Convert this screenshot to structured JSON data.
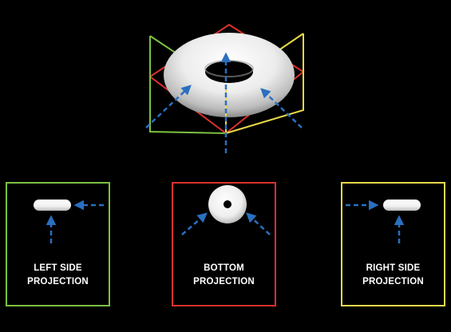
{
  "projections": {
    "left": {
      "line1": "LEFT SIDE",
      "line2": "PROJECTION",
      "color": "#7cc142"
    },
    "bottom": {
      "line1": "BOTTOM",
      "line2": "PROJECTION",
      "color": "#d9322b"
    },
    "right": {
      "line1": "RIGHT SIDE",
      "line2": "PROJECTION",
      "color": "#e8d84a"
    }
  },
  "colors": {
    "background": "#000000",
    "arrow": "#2a6fc0",
    "torus": "#f2f2f2"
  }
}
